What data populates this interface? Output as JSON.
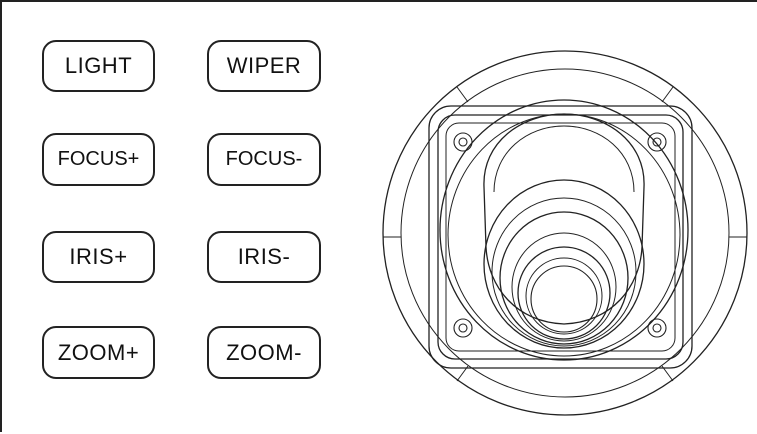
{
  "buttons": {
    "light": "LIGHT",
    "wiper": "WIPER",
    "focus_plus": "FOCUS+",
    "focus_minus": "FOCUS-",
    "iris_plus": "IRIS+",
    "iris_minus": "IRIS-",
    "zoom_plus": "ZOOM+",
    "zoom_minus": "ZOOM-"
  },
  "joystick": {
    "icon": "ptz-joystick-icon",
    "stroke_color": "#222222"
  }
}
